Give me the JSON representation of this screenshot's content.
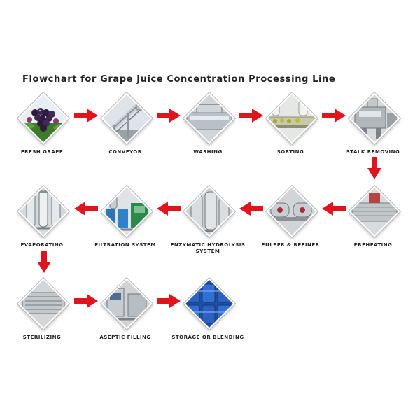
{
  "title": "Flowchart for Grape Juice Concentration Processing Line",
  "colors": {
    "arrow": "#e0141d",
    "arrow_dark": "#b00d14"
  },
  "steps": [
    {
      "label": "FRESH GRAPE",
      "icon": "grape-bunch-icon"
    },
    {
      "label": "CONVEYOR",
      "icon": "conveyor-icon"
    },
    {
      "label": "WASHING",
      "icon": "washing-machine-icon"
    },
    {
      "label": "SORTING",
      "icon": "sorting-table-icon"
    },
    {
      "label": "STALK REMOVING",
      "icon": "destemmer-icon"
    },
    {
      "label": "PREHEATING",
      "icon": "preheater-icon"
    },
    {
      "label": "PULPER & REFINER",
      "icon": "pulper-icon"
    },
    {
      "label": "ENZYMATIC HYDROLYSIS SYSTEM",
      "icon": "enzyme-tank-icon"
    },
    {
      "label": "FILTRATION SYSTEM",
      "icon": "filter-icon"
    },
    {
      "label": "EVAPORATING",
      "icon": "evaporator-icon"
    },
    {
      "label": "STERILIZING",
      "icon": "sterilizer-icon"
    },
    {
      "label": "ASEPTIC FILLING",
      "icon": "aseptic-filler-icon"
    },
    {
      "label": "STORAGE OR BLENDING",
      "icon": "storage-drums-icon"
    }
  ]
}
